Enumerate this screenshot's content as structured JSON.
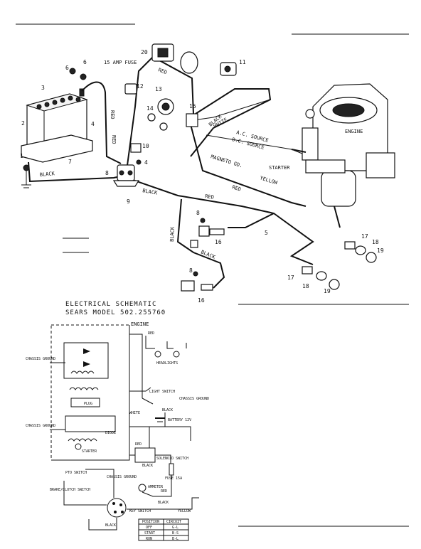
{
  "exploded_view": {
    "part_numbers": [
      "1",
      "2",
      "3",
      "4",
      "4",
      "5",
      "6",
      "6",
      "7",
      "8",
      "8",
      "8",
      "9",
      "10",
      "11",
      "12",
      "13",
      "14",
      "15",
      "16",
      "16",
      "17",
      "17",
      "18",
      "18",
      "19",
      "19",
      "20"
    ],
    "labels": {
      "fuse": "15 AMP FUSE",
      "engine": "ENGINE",
      "starter": "STARTER",
      "ac_source": "A.C. SOURCE",
      "dc_source": "D.C. SOURCE",
      "magneto": "MAGNETO GD.",
      "yellow": "YELLOW",
      "white": "WHITE",
      "red": "RED",
      "black": "BLACK"
    }
  },
  "schematic": {
    "title_line1": "ELECTRICAL SCHEMATIC",
    "title_line2": "SEARS MODEL 502.255760",
    "labels": {
      "engine": "ENGINE",
      "red": "RED",
      "headlights": "HEADLIGHTS",
      "chassis_ground": "CHASSIS GROUND",
      "light_switch": "LIGHT SWITCH",
      "white": "WHITE",
      "black": "BLACK",
      "battery": "BATTERY 12V",
      "plug": "PLUG",
      "diode": "DIODE",
      "starter": "STARTER",
      "solenoid_switch": "SOLENOID SWITCH",
      "fuse": "FUSE 15A",
      "pto_switch": "PTO SWITCH",
      "ammeter": "AMMETER",
      "brake_clutch_switch": "BRAKE/CLUTCH SWITCH",
      "key_switch": "KEY SWITCH",
      "yellow": "YELLOW"
    },
    "table": {
      "headers": [
        "POSITION",
        "CIRCUIT"
      ],
      "rows": [
        [
          "OFF",
          "G-L"
        ],
        [
          "START",
          "B-S"
        ],
        [
          "RUN",
          "B-L"
        ]
      ]
    }
  }
}
